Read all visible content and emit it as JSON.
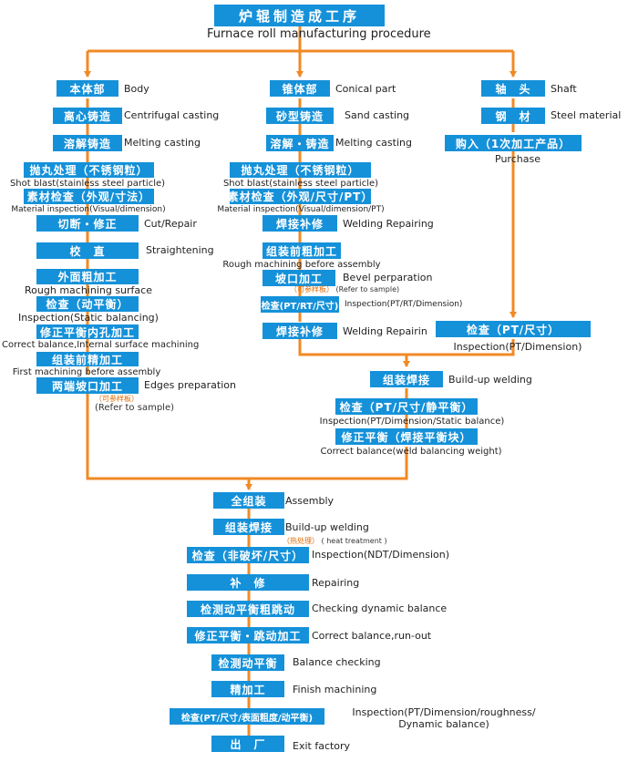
{
  "colors": {
    "box": "#1591d9",
    "arrow": "#f08a24",
    "text": "#222222",
    "note": "#e06a00"
  },
  "title": {
    "cn": "炉辊制造成工序",
    "en": "Furnace roll manufacturing procedure"
  },
  "columns": {
    "body": {
      "steps": [
        {
          "cn": "本体部",
          "en": "Body"
        },
        {
          "cn": "离心铸造",
          "en": "Centrifugal casting"
        },
        {
          "cn": "溶解铸造",
          "en": "Melting casting"
        },
        {
          "cn": "抛丸处理（不锈钢粒）",
          "en": "Shot blast(stainless steel particle)"
        },
        {
          "cn": "素材检查（外观/寸法）",
          "en": "Material inspection(Visual/dimension)"
        },
        {
          "cn": "切断・修正",
          "en": "Cut/Repair"
        },
        {
          "cn": "校　直",
          "en": "Straightening"
        },
        {
          "cn": "外面粗加工",
          "en": "Rough machining surface"
        },
        {
          "cn": "检查（动平衡）",
          "en": "Inspection(Static balancing)"
        },
        {
          "cn": "修正平衡内孔加工",
          "en": "Correct balance,Internal surface machining"
        },
        {
          "cn": "组装前精加工",
          "en": "First machining before assembly"
        },
        {
          "cn": "两端坡口加工",
          "en": "Edges preparation"
        }
      ],
      "note": {
        "cn": "（可参样板）",
        "en": "(Refer to sample)"
      }
    },
    "conical": {
      "steps": [
        {
          "cn": "锥体部",
          "en": "Conical part"
        },
        {
          "cn": "砂型铸造",
          "en": "Sand casting"
        },
        {
          "cn": "溶解・铸造",
          "en": "Melting casting"
        },
        {
          "cn": "抛丸处理（不锈钢粒）",
          "en": "Shot blast(stainless steel particle)"
        },
        {
          "cn": "素材检查（外观/尺寸/PT）",
          "en": "Material inspection(Visual/dimension/PT)"
        },
        {
          "cn": "焊接补修",
          "en": "Welding Repairing"
        },
        {
          "cn": "组装前粗加工",
          "en": "Rough machining before assembly"
        },
        {
          "cn": "坡口加工",
          "en": "Bevel perparation"
        },
        {
          "cn": "检查(PT/RT/尺寸)",
          "en": "Inspection(PT/RT/Dimension)"
        },
        {
          "cn": "焊接补修",
          "en": "Welding Repairin"
        }
      ],
      "note": {
        "cn": "（可参样板）",
        "en": "(Refer to sample)"
      }
    },
    "shaft": {
      "steps": [
        {
          "cn": "轴　头",
          "en": "Shaft"
        },
        {
          "cn": "钢　材",
          "en": "Steel material"
        },
        {
          "cn": "购入（1次加工产品）",
          "en": "Purchase"
        },
        {
          "cn": "检查（PT/尺寸）",
          "en": "Inspection(PT/Dimension)"
        }
      ]
    }
  },
  "buildup": [
    {
      "cn": "组装焊接",
      "en": "Build-up welding"
    },
    {
      "cn": "检查（PT/尺寸/静平衡）",
      "en": "Inspection(PT/Dimension/Static balance)"
    },
    {
      "cn": "修正平衡（焊接平衡块）",
      "en": "Correct balance(weld balancing weight)"
    }
  ],
  "final": {
    "steps": [
      {
        "cn": "全组装",
        "en": "Assembly"
      },
      {
        "cn": "组装焊接",
        "en": "Build-up welding"
      },
      {
        "cn": "检查（非破坏/尺寸）",
        "en": "Inspection(NDT/Dimension)"
      },
      {
        "cn": "补　修",
        "en": "Repairing"
      },
      {
        "cn": "检测动平衡粗跳动",
        "en": "Checking dynamic balance"
      },
      {
        "cn": "修正平衡・跳动加工",
        "en": "Correct balance,run-out"
      },
      {
        "cn": "检测动平衡",
        "en": "Balance checking"
      },
      {
        "cn": "精加工",
        "en": "Finish machining"
      },
      {
        "cn": "检查(PT/尺寸/表面粗度/动平衡)",
        "en": "Inspection(PT/Dimension/roughness/ Dynamic balance)"
      },
      {
        "cn": "出　厂",
        "en": "Exit factory"
      }
    ],
    "note": {
      "cn": "（热处理）",
      "en": "( heat treatment )"
    }
  }
}
